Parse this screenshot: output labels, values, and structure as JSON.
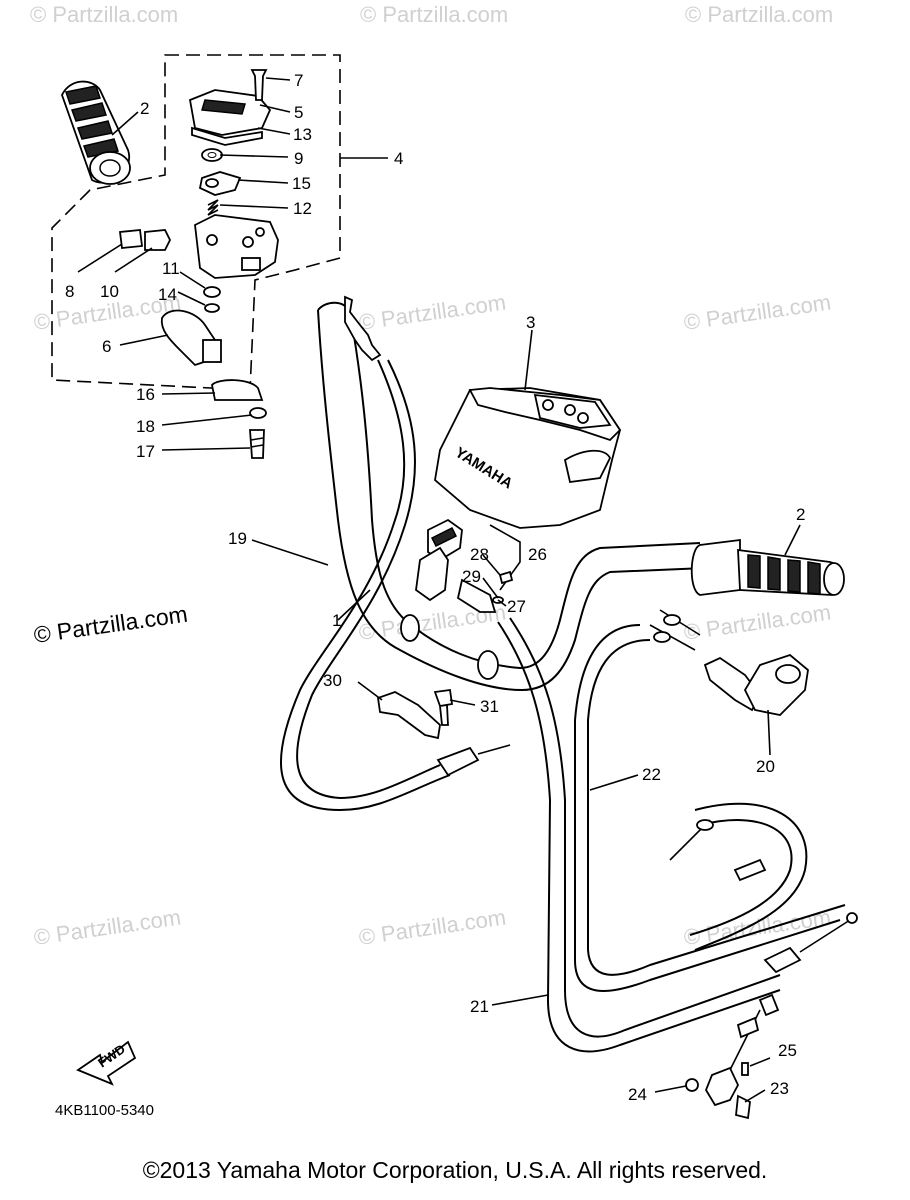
{
  "watermarks": {
    "top_left": "© Partzilla.com",
    "top_center": "© Partzilla.com",
    "top_right": "© Partzilla.com",
    "mid_left": "© Partzilla.com",
    "mid_center": "© Partzilla.com",
    "mid_right": "© Partzilla.com",
    "left_bold": "© Partzilla.com",
    "center_lower": "© Partzilla.com",
    "right_lower": "© Partzilla.com",
    "bottom_left": "© Partzilla.com",
    "bottom_center": "© Partzilla.com",
    "bottom_right": "© Partzilla.com"
  },
  "callouts": {
    "p1": "1",
    "p2a": "2",
    "p2b": "2",
    "p3": "3",
    "p4": "4",
    "p5": "5",
    "p6": "6",
    "p7": "7",
    "p8": "8",
    "p9": "9",
    "p10": "10",
    "p11": "11",
    "p12": "12",
    "p13": "13",
    "p14": "14",
    "p15": "15",
    "p16": "16",
    "p17": "17",
    "p18": "18",
    "p19": "19",
    "p20": "20",
    "p21": "21",
    "p22": "22",
    "p23": "23",
    "p24": "24",
    "p25": "25",
    "p26": "26",
    "p27": "27",
    "p28": "28",
    "p29": "29",
    "p30": "30",
    "p31": "31"
  },
  "cover_brand": "YAMAHA",
  "fwd_label": "FWD",
  "diagram_code": "4KB1100-5340",
  "copyright": "©2013  Yamaha Motor Corporation, U.S.A. All rights reserved."
}
